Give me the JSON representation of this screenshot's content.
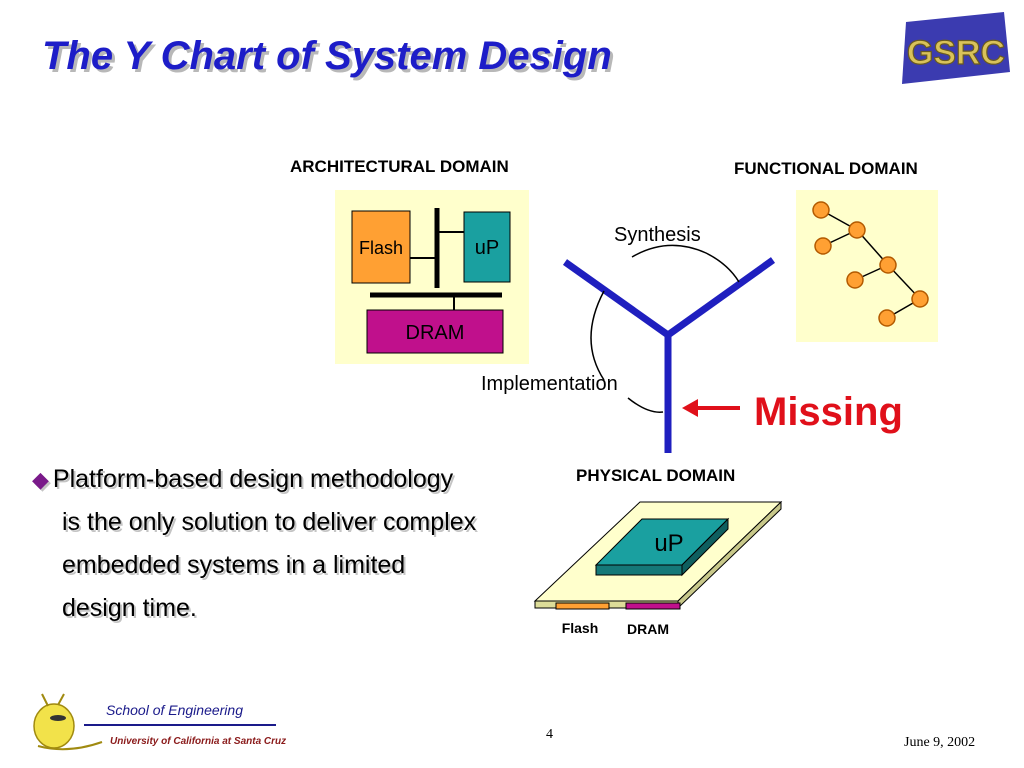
{
  "slide": {
    "title": "The Y Chart of System Design",
    "page_number": "4",
    "date": "June 9, 2002"
  },
  "logo": {
    "text": "GSRC"
  },
  "footer": {
    "school": "School of Engineering",
    "university": "University of California at Santa Cruz"
  },
  "diagram": {
    "architectural_domain": {
      "label": "ARCHITECTURAL DOMAIN",
      "blocks": {
        "flash": "Flash",
        "up": "uP",
        "dram": "DRAM"
      }
    },
    "functional_domain": {
      "label": "FUNCTIONAL DOMAIN"
    },
    "physical_domain": {
      "label": "PHYSICAL DOMAIN",
      "chip": "uP",
      "flash": "Flash",
      "dram": "DRAM"
    },
    "synthesis": "Synthesis",
    "implementation": "Implementation",
    "missing": "Missing"
  },
  "bullet": {
    "line1": "Platform-based design methodology",
    "line2": "is the only solution to deliver complex",
    "line3": "embedded systems in a limited",
    "line4": "design time."
  },
  "colors": {
    "title": "#1d1dc8",
    "y_chart": "#1f1fbf",
    "missing": "#e0101a",
    "panel": "#ffffcc",
    "flash_block": "#ffa033",
    "up_block": "#1aa0a0",
    "dram_block": "#c0108c",
    "node": "#ffa033"
  }
}
